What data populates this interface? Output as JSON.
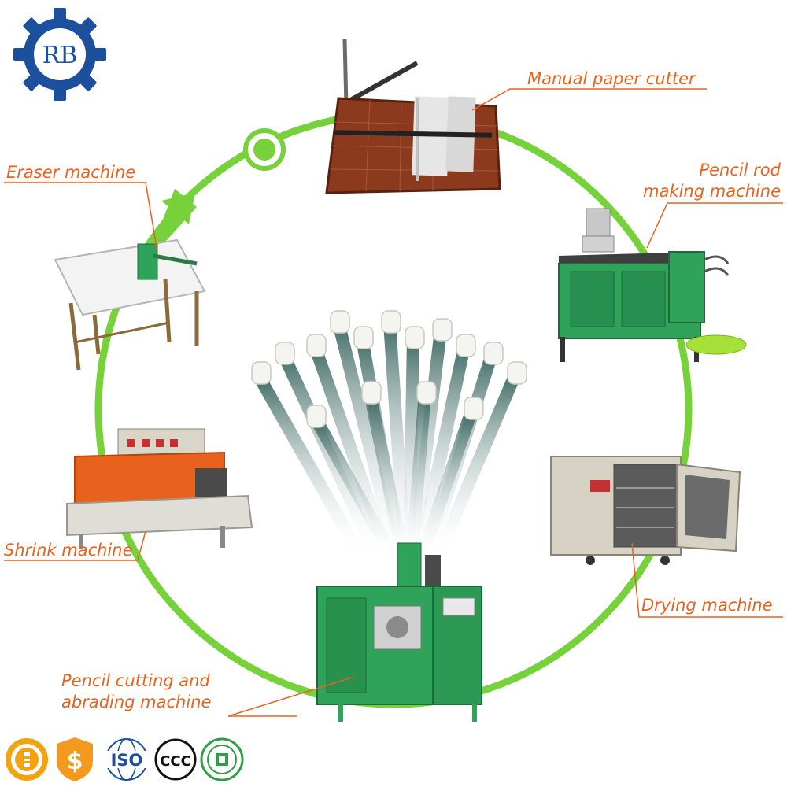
{
  "logo": {
    "text": "RB"
  },
  "colors": {
    "cycle_green": "#76d13a",
    "label_orange": "#e8621e",
    "logo_blue": "#1c4f9c",
    "machine_green": "#2fa35a"
  },
  "machines": {
    "paper_cutter": {
      "label": "Manual paper cutter"
    },
    "pencil_rod": {
      "label_line1": "Pencil rod",
      "label_line2": "making machine"
    },
    "drying": {
      "label": "Drying machine"
    },
    "cutting": {
      "label_line1": "Pencil cutting and",
      "label_line2": "abrading machine"
    },
    "shrink": {
      "label": "Shrink machine"
    },
    "eraser": {
      "label": "Eraser machine"
    }
  },
  "certifications": {
    "items": [
      {
        "icon": "coin-icon"
      },
      {
        "icon": "dollar-shield-icon"
      },
      {
        "icon": "iso-icon",
        "text": "ISO"
      },
      {
        "icon": "ccc-icon",
        "text": "CCC"
      },
      {
        "icon": "quality-seal-icon"
      }
    ]
  }
}
